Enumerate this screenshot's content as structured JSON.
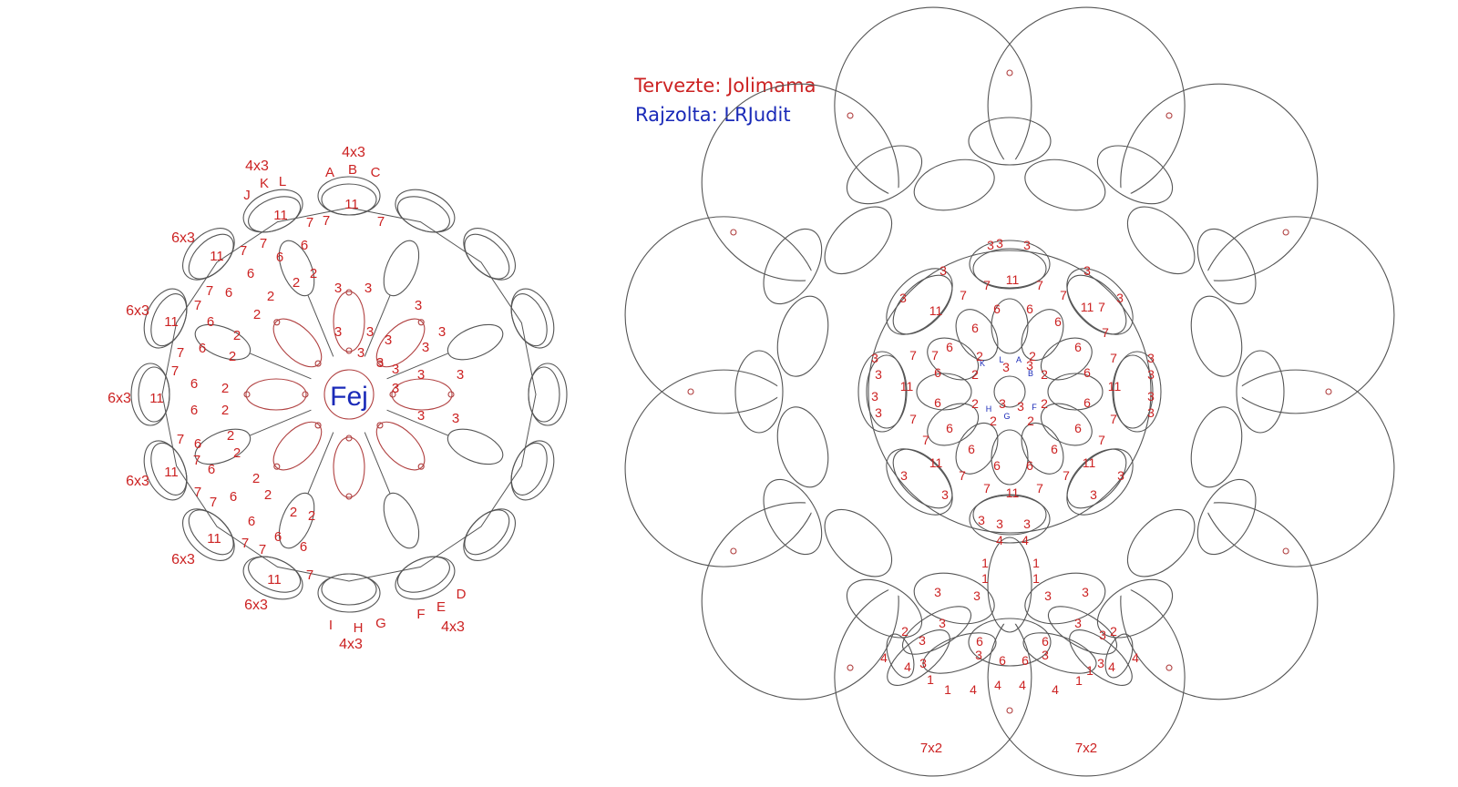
{
  "credits": {
    "designer": "Tervezte: Jolimama",
    "drawer": "Rajzolta: LRJudit"
  },
  "colors": {
    "line": "#555555",
    "accent_red": "#cc2222",
    "accent_blue": "#1a2ab8",
    "red_line": "#b04040",
    "joint": "#b04040"
  },
  "left_motif": {
    "center_label": "Fej",
    "ring_counts": [
      "4x3",
      "4x3",
      "4x3",
      "4x3",
      "6x3",
      "6x3",
      "6x3",
      "6x3",
      "6x3",
      "6x3"
    ],
    "picot_letters": [
      "A",
      "B",
      "C",
      "D",
      "E",
      "F",
      "G",
      "H",
      "I",
      "J",
      "K",
      "L"
    ],
    "stitch_numbers": [
      "11",
      "7",
      "6",
      "2",
      "3"
    ]
  },
  "right_motif": {
    "bottom_counts": [
      "7x2",
      "7x2"
    ],
    "stitch_numbers": [
      "3",
      "11",
      "7",
      "6",
      "4",
      "1",
      "2"
    ],
    "center_letters": [
      "K",
      "L",
      "A",
      "B",
      "H",
      "G",
      "F"
    ]
  }
}
